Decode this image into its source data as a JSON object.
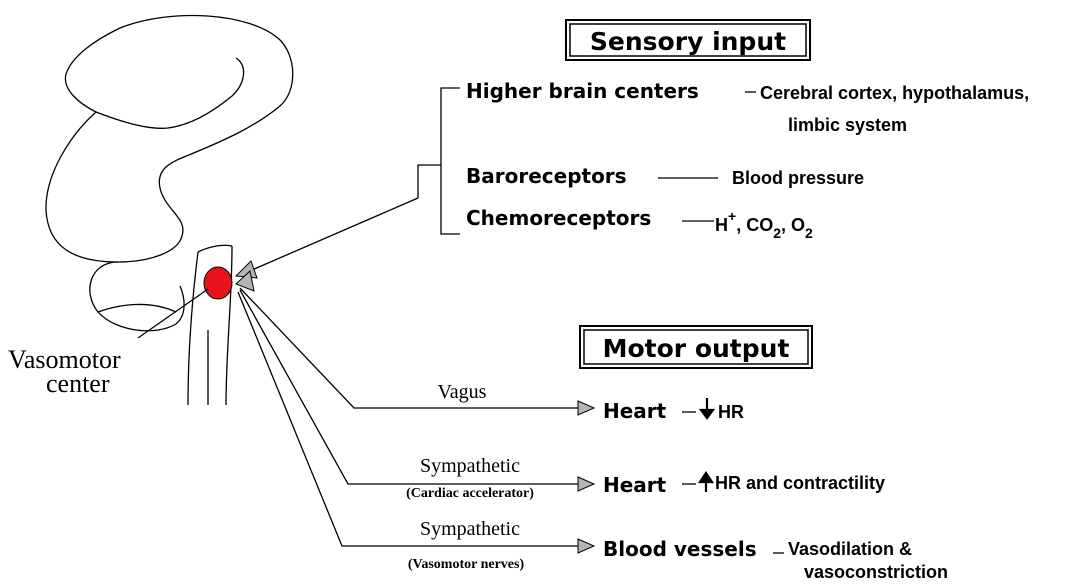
{
  "sensory": {
    "title": "Sensory input",
    "higher_brain_centers": "Higher brain centers",
    "higher_brain_detail_1": "Cerebral cortex, hypothalamus,",
    "higher_brain_detail_2": "limbic system",
    "baroreceptors": "Baroreceptors",
    "baroreceptors_detail": "Blood pressure",
    "chemoreceptors": "Chemoreceptors",
    "chemo_h": "H",
    "chemo_h_sup": "+",
    "chemo_co": ", CO",
    "chemo_co_sub": "2",
    "chemo_o": ", O",
    "chemo_o_sub": "2"
  },
  "vasomotor": {
    "label_line1": "Vasomotor",
    "label_line2": "center"
  },
  "motor": {
    "title": "Motor output",
    "vagus": "Vagus",
    "vagus_target": "Heart",
    "vagus_effect": "HR",
    "symp1": "Sympathetic",
    "symp1_sub": "(Cardiac accelerator)",
    "symp1_target": "Heart",
    "symp1_effect": "HR and contractility",
    "symp2": "Sympathetic",
    "symp2_sub": "(Vasomotor nerves)",
    "symp2_target": "Blood vessels",
    "symp2_effect_1": "Vasodilation &",
    "symp2_effect_2": "vasoconstriction"
  },
  "colors": {
    "center": "#e8131a",
    "arrowhead": "#b5b5b5"
  }
}
